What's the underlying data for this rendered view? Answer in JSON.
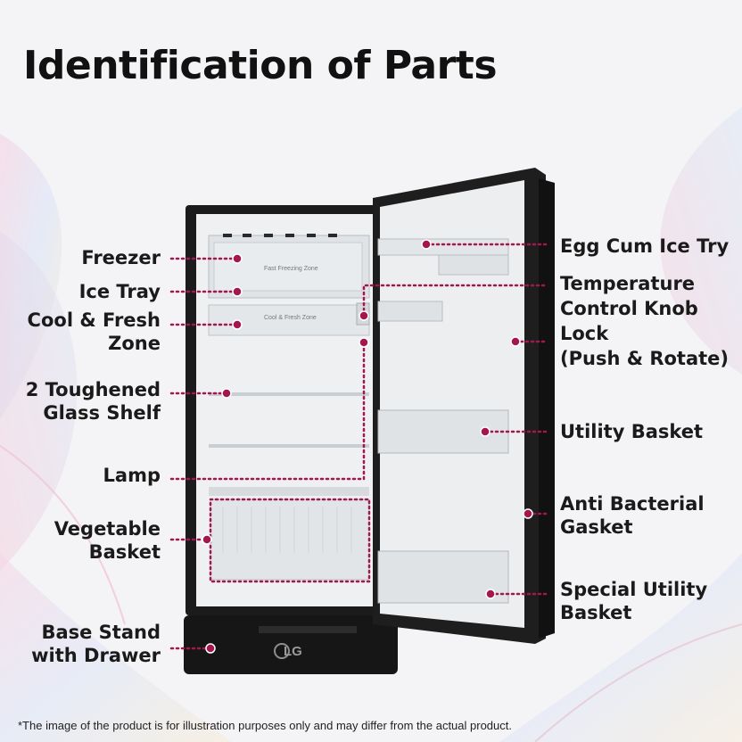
{
  "title": "Identification of Parts",
  "labels_left": [
    {
      "id": "freezer",
      "lines": [
        "Freezer"
      ]
    },
    {
      "id": "ice-tray",
      "lines": [
        "Ice Tray"
      ]
    },
    {
      "id": "cool-fresh-zone",
      "lines": [
        "Cool & Fresh",
        "Zone"
      ]
    },
    {
      "id": "glass-shelf",
      "lines": [
        "2 Toughened",
        "Glass Shelf"
      ]
    },
    {
      "id": "lamp",
      "lines": [
        "Lamp"
      ]
    },
    {
      "id": "vegetable-basket",
      "lines": [
        "Vegetable",
        "Basket"
      ]
    },
    {
      "id": "base-stand",
      "lines": [
        "Base Stand",
        "with Drawer"
      ]
    }
  ],
  "labels_right": [
    {
      "id": "egg-cum-ice-try",
      "lines": [
        "Egg Cum Ice Try"
      ]
    },
    {
      "id": "temperature-knob",
      "lines": [
        "Temperature",
        "Control Knob",
        "Lock",
        "(Push & Rotate)"
      ]
    },
    {
      "id": "utility-basket",
      "lines": [
        "Utility Basket"
      ]
    },
    {
      "id": "anti-bacterial-gasket",
      "lines": [
        "Anti Bacterial",
        "Gasket"
      ]
    },
    {
      "id": "special-utility-basket",
      "lines": [
        "Special Utility",
        "Basket"
      ]
    }
  ],
  "product_text": {
    "logo": "LG",
    "freezer_zone": "Fast Freezing Zone",
    "cool_zone": "Cool & Fresh Zone"
  },
  "footnote": "*The image of the product is for illustration purposes only and may differ from the actual product.",
  "colors": {
    "accent": "#a3174e",
    "fridge_body": "#1b1b1b",
    "interior": "#eef0f2",
    "text": "#1a1a1a"
  }
}
